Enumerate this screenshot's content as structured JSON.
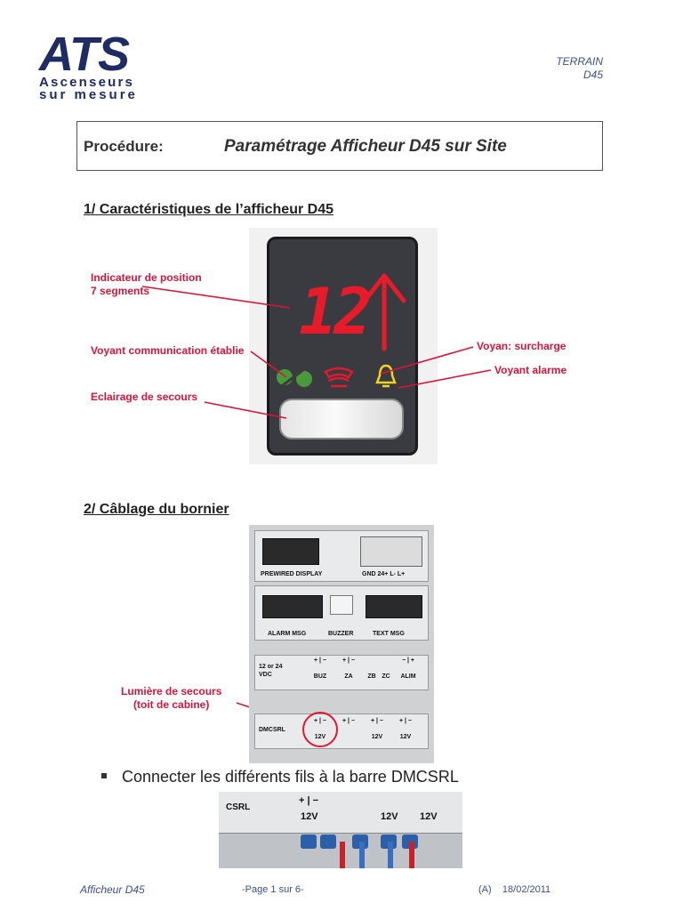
{
  "header": {
    "logo_text": "ATS",
    "logo_sub1": "Ascenseurs",
    "logo_sub2": "sur mesure",
    "doc_tag_line1": "TERRAIN",
    "doc_tag_line2": "D45"
  },
  "title_box": {
    "label": "Procédure:",
    "title": "Paramétrage Afficheur D45 sur Site"
  },
  "section1": {
    "heading": "1/ Caractéristiques de l’afficheur D45",
    "display_digits": "12",
    "annotations": {
      "position_line1": "Indicateur de position",
      "position_line2": "7 segments",
      "communication": "Voyant communication établie",
      "eclairage": "Eclairage de secours",
      "surcharge": "Voyan: surcharge",
      "alarme": "Voyant alarme"
    }
  },
  "section2": {
    "heading": "2/ Câblage du bornier",
    "board_labels": {
      "prewired": "PREWIRED DISPLAY",
      "gnd": "GND 24+  L-  L+",
      "alarm_msg": "ALARM MSG",
      "buzzer": "BUZZER",
      "text_msg": "TEXT MSG",
      "vdc_line1": "12 or 24",
      "vdc_line2": "VDC",
      "buz": "BUZ",
      "za": "ZA",
      "zb": "ZB",
      "zc": "ZC",
      "alim": "ALIM",
      "dmcsrl": "DMCSRL",
      "v12": "12V"
    },
    "annotation_line1": "Lumière de secours",
    "annotation_line2": "(toit de cabine)",
    "bullet": "Connecter les différents fils à la barre DMCSRL",
    "closeup_labels": {
      "csrl": "CSRL",
      "v12": "12V"
    }
  },
  "footer": {
    "left": "Afficheur D45",
    "middle": "-Page 1 sur 6-",
    "revision": "(A)",
    "date": "18/02/2011"
  },
  "colors": {
    "logo_blue": "#1e2c63",
    "annotation_red": "#d6163a",
    "segment_red": "#e81b2a",
    "footer_blue": "#3d4f8a"
  }
}
